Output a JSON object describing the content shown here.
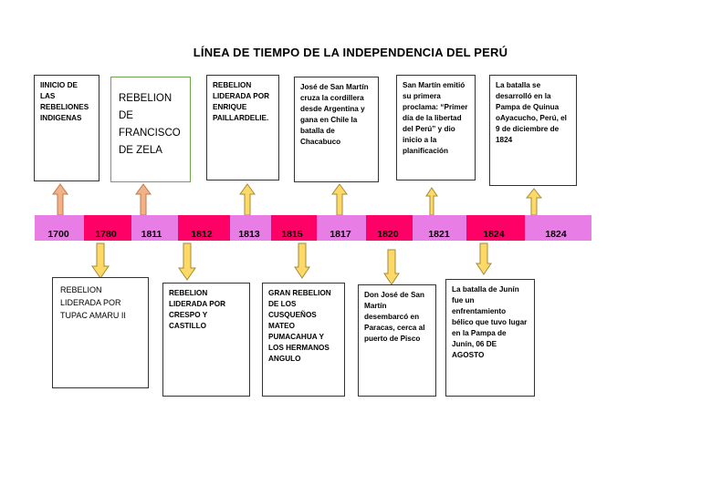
{
  "title": "LÍNEA DE TIEMPO DE LA INDEPENDENCIA DEL PERÚ",
  "colors": {
    "pink": "#e87de6",
    "magenta": "#ff0066",
    "arrow_orange": "#f4b183",
    "arrow_yellow": "#ffd966"
  },
  "years": [
    "1700",
    "1780",
    "1811",
    "1812",
    "1813",
    "1815",
    "1817",
    "1820",
    "1821",
    "1824",
    "1824"
  ],
  "top_events": [
    "IINICIO DE LAS REBELIONES INDIGENAS",
    "REBELION DE FRANCISCO DE ZELA",
    "REBELION LIDERADA POR ENRIQUE PAILLARDELIE.",
    "José de San Martín cruza la cordillera desde Argentina y gana en Chile la batalla de Chacabuco",
    "San Martín emitió su primera proclama: “Primer día de la libertad del Perú” y dio inicio a la planificación",
    "La batalla se desarrolló en la Pampa de Quinua oAyacucho, Perú, el 9 de diciembre de 1824"
  ],
  "bottom_events": [
    "REBELION LIDERADA POR TUPAC AMARU II",
    "REBELION LIDERADA POR CRESPO Y CASTILLO",
    "GRAN REBELION DE LOS CUSQUEÑOS MATEO PUMACAHUA Y LOS HERMANOS ANGULO",
    "Don José de San Martín desembarcó en Paracas, cerca al puerto de Pisco",
    "La batalla de Junín fue un enfrentamiento bélico que tuvo lugar en la Pampa de Junín, 06 DE AGOSTO"
  ]
}
